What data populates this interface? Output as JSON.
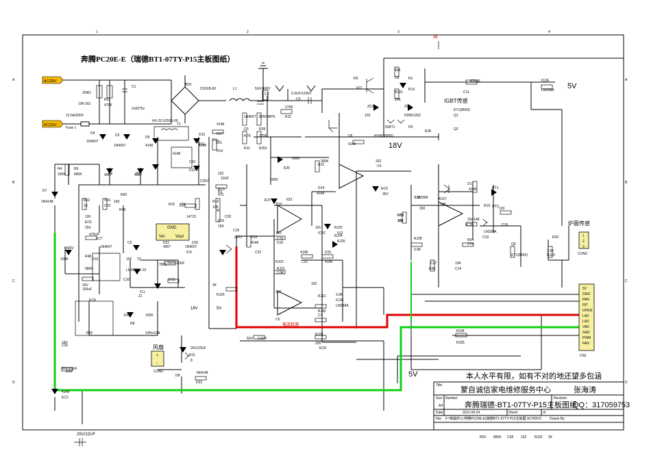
{
  "title": "奔腾PC20E-E（瑞德BT1-07TY-P15主板图纸）",
  "rails": {
    "v5": "5V",
    "v18": "18V",
    "v18_low": "18V",
    "v5_low": "5V",
    "v5_bottom": "5V",
    "v45": "45"
  },
  "ac_inputs": [
    "AC220V",
    "AC220V"
  ],
  "section_labels": {
    "igbt_sense": "IGBT传感",
    "panel_sense": "炉面传感",
    "fan": "风扇",
    "ic_box": [
      "GND",
      "Vin",
      "Vout"
    ]
  },
  "connector_cn1": {
    "name": "CN1",
    "pins": [
      "5V",
      "GND",
      "PAN",
      "INT",
      "OPEN",
      "LAD",
      "LAD",
      "VAD",
      "GAD",
      "PWM",
      "FAN"
    ]
  },
  "connector_con3": {
    "name": "CON3",
    "pins": [
      "1",
      "2",
      "3"
    ]
  },
  "con3_fan": "CON3",
  "grid": {
    "rows": [
      "A",
      "B",
      "C",
      "D"
    ],
    "cols": [
      "1",
      "2",
      "3",
      "4"
    ]
  },
  "components": [
    "ZNR1",
    "10K 561",
    "R51",
    "470K",
    "C1",
    "2uf/275v",
    "BD1",
    "D15XB-60",
    "L1",
    "5UF/400V",
    "C2",
    "0.3UF/1200V",
    "C3",
    "12.5A/250V",
    "Fuse 1",
    "D4",
    "1N4007",
    "D3",
    "1N4007",
    "D1",
    "4007",
    "D2",
    "4007",
    "R4",
    "330K",
    "R9",
    "680K",
    "D7",
    "1N4148",
    "HX-ZZ-02505-00",
    "T1",
    "D9",
    "4148",
    "D10",
    "4148",
    "D11",
    "4148",
    "C15",
    "D12",
    "4148",
    "R27",
    "821",
    "R14",
    "102",
    "10UF",
    "C25V",
    "EC3",
    "R1",
    "470",
    "R10",
    "10K",
    "R16",
    "15K",
    "R15",
    "10K",
    "C17",
    "14723",
    "R12",
    "1K",
    "VR1",
    "C23",
    "R50",
    "100",
    "R49",
    "100",
    "EC5",
    "25V",
    "470UF",
    "EC7",
    "400V",
    "10UF",
    "R48",
    "680K",
    "D19",
    "1N4007",
    "C5",
    "102",
    "T2",
    "LM580EE-19",
    "C10",
    "D21",
    "4007",
    "D20",
    "1N4007",
    "IC4",
    "7805",
    "35V/220UF",
    "EC6",
    "16V",
    "100uF",
    "EC4",
    "R42",
    "100",
    "R8",
    "100K",
    "VIPer12A",
    "IC1",
    "Z1",
    "18V",
    "C26",
    "50V/10UF",
    "D23",
    "4148",
    "EC2",
    "25V/22UF",
    "R11",
    "8",
    "D8",
    "1N4148",
    "D22",
    "1N4007",
    "Q3",
    "8050 NPN",
    "R39",
    "4.7K",
    "RJ1",
    "270K",
    "RJ52",
    "270K",
    "RJ2",
    "200K",
    "RJ5",
    "300K",
    "RJ3",
    "200K",
    "D14",
    "4148",
    "RJ7",
    "623",
    "C20",
    "C16",
    "222J",
    "ZD2",
    "18V",
    "D13",
    "4148",
    "C22",
    "101",
    "IC2C",
    "LM339A",
    "RJ22",
    "512",
    "C18",
    "RJ24",
    "RJ25",
    "C19",
    "D16",
    "4148",
    "C21",
    "D15",
    "4148",
    "RJ21",
    "3.9K",
    "RJ22",
    "2K",
    "RJ26",
    "15K",
    "C6",
    "332",
    "RJ21",
    "RJ32",
    "3.9K",
    "IC2D",
    "LM339A",
    "C7",
    "RJ33",
    "200",
    "EC8",
    "50V",
    "2.2UF",
    "RJ34",
    "RJ35",
    "563",
    "C8",
    "R1",
    "R13",
    "RJ31",
    "20K",
    "R6",
    "472",
    "ZD1",
    "20V",
    "R7",
    "103",
    "H20R1202",
    "IGBT1",
    "D5",
    "D6",
    "4148",
    "HY4D(8050)",
    "EY1(8550)",
    "Q1",
    "Q2",
    "RJ8",
    "332",
    "C4",
    "EC9",
    "35V",
    "470UF",
    "C11",
    "IC2A",
    "LM339A",
    "D17",
    "4148",
    "RT1",
    "NTC",
    "RJ37",
    "10K",
    "R19",
    "103",
    "D18",
    "1N4148",
    "IC2B",
    "LM339A",
    "C19",
    "R55",
    "122",
    "R54",
    "274",
    "Q5",
    "EY1(8550)",
    "R20",
    "3.9K",
    "RJ29",
    "200",
    "R30",
    "30K",
    "C27",
    "R36",
    "10K",
    "C14",
    "RJ28",
    "3.9K",
    "R53",
    "680K",
    "C28",
    "102",
    "RJ25",
    "2K"
  ],
  "trace_label": "电流检测",
  "note": "本人水平有限，如有不对的地还望多包涵",
  "title_block": {
    "title_hdr": "Title",
    "title_value": "蒙自诚信家电维修服务中心",
    "author": "张海涛",
    "size_hdr": "Size",
    "size": "A4",
    "number_hdr": "Number",
    "number": "奔腾瑞德-BT1-07TY-P15主板图纸",
    "revision_hdr": "Revision",
    "qq": "QQ：317059753",
    "date_hdr": "Date",
    "date": "2011-09-24",
    "sheet": "Sheet",
    "sheet_of": "of",
    "file_hdr": "File",
    "file": "F:\\电磁炉\\入奔腾PC20E-E(瑞德BT1-07TY-P15主板图.SCHDOC",
    "drawn_by": "Drawn By:"
  },
  "bottom_cap": "25V/22UF",
  "colors": {
    "red_trace": "#e00000",
    "green_trace": "#10d010",
    "input_fill": "#f5b800",
    "ic_box_fill": "#f6f0a0",
    "fan_fill": "#f6f0a0"
  }
}
